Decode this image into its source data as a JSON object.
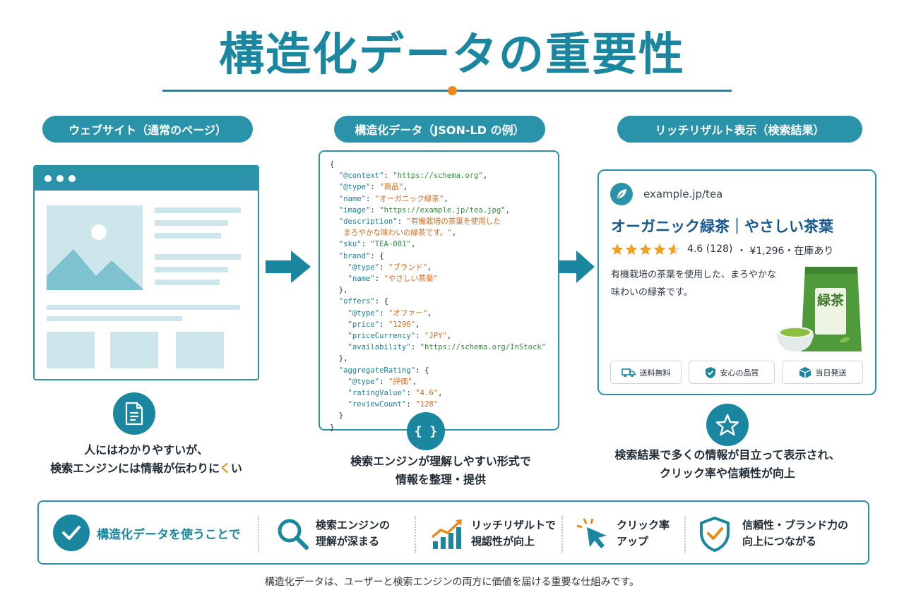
{
  "title": "構造化データの重要性",
  "sections": {
    "website": {
      "label": "ウェブサイト（通常のページ）",
      "caption_line1": "人にはわかりやすいが、",
      "caption_line2_main": "検索エンジンには情報が伝わりに",
      "caption_line2_accent": "く",
      "caption_line2_end": "い"
    },
    "structured": {
      "label": "構造化データ（JSON-LD の例）",
      "caption_line1": "検索エンジンが理解しやすい形式で",
      "caption_line2": "情報を整理・提供",
      "icon_label": "{ }"
    },
    "rich": {
      "label": "リッチリザルト表示（検索結果）",
      "caption_line1": "検索結果で多くの情報が目立って表示され、",
      "caption_line2": "クリック率や信頼性が向上"
    }
  },
  "json_ld": {
    "open": "{",
    "close": "}",
    "lines": [
      {
        "k": "\"@context\"",
        "v": "\"https://schema.org\"",
        "vt": "s",
        "indent": 1,
        "tail": ","
      },
      {
        "k": "\"@type\"",
        "v": "\"商品\"",
        "vt": "j",
        "indent": 1,
        "tail": ","
      },
      {
        "k": "\"name\"",
        "v": "\"オーガニック緑茶\"",
        "vt": "j",
        "indent": 1,
        "tail": ","
      },
      {
        "k": "\"image\"",
        "v": "\"https://example.jp/tea.jpg\"",
        "vt": "s",
        "indent": 1,
        "tail": ","
      },
      {
        "k": "\"description\"",
        "v": "\"有機栽培の茶葉を使用した",
        "vt": "j",
        "indent": 1,
        "tail": ""
      },
      {
        "k": "",
        "v": "まろやかな味わいの緑茶です。\"",
        "vt": "j",
        "indent": 1.5,
        "tail": ","
      },
      {
        "k": "\"sku\"",
        "v": "\"TEA-001\"",
        "vt": "s",
        "indent": 1,
        "tail": ","
      },
      {
        "k": "\"brand\"",
        "v": "{",
        "vt": "p",
        "indent": 1,
        "tail": ""
      },
      {
        "k": "\"@type\"",
        "v": "\"ブランド\"",
        "vt": "j",
        "indent": 2,
        "tail": ","
      },
      {
        "k": "\"name\"",
        "v": "\"やさしい茶葉\"",
        "vt": "j",
        "indent": 2,
        "tail": ""
      },
      {
        "k": "",
        "v": "},",
        "vt": "p",
        "indent": 1,
        "tail": ""
      },
      {
        "k": "\"offers\"",
        "v": "{",
        "vt": "p",
        "indent": 1,
        "tail": ""
      },
      {
        "k": "\"@type\"",
        "v": "\"オファー\"",
        "vt": "j",
        "indent": 2,
        "tail": ","
      },
      {
        "k": "\"price\"",
        "v": "\"1296\"",
        "vt": "j",
        "indent": 2,
        "tail": ","
      },
      {
        "k": "\"priceCurrency\"",
        "v": "\"JPY\"",
        "vt": "j",
        "indent": 2,
        "tail": ","
      },
      {
        "k": "\"availability\"",
        "v": "\"https://schema.org/InStock\"",
        "vt": "s",
        "indent": 2,
        "tail": ""
      },
      {
        "k": "",
        "v": "},",
        "vt": "p",
        "indent": 1,
        "tail": ""
      },
      {
        "k": "\"aggregateRating\"",
        "v": "{",
        "vt": "p",
        "indent": 1,
        "tail": ""
      },
      {
        "k": "\"@type\"",
        "v": "\"評価\"",
        "vt": "j",
        "indent": 2,
        "tail": ","
      },
      {
        "k": "\"ratingValue\"",
        "v": "\"4.6\"",
        "vt": "j",
        "indent": 2,
        "tail": ","
      },
      {
        "k": "\"reviewCount\"",
        "v": "\"128\"",
        "vt": "j",
        "indent": 2,
        "tail": ""
      },
      {
        "k": "",
        "v": "}",
        "vt": "p",
        "indent": 1,
        "tail": ""
      }
    ]
  },
  "result": {
    "url": "example.jp/tea",
    "title": "オーガニック緑茶｜やさしい茶葉",
    "rating": 4.6,
    "rating_max": 5,
    "rating_text": "4.6 (128)",
    "meta_text": "・ ¥1,296・在庫あり",
    "desc_line1": "有機栽培の茶葉を使用した、まろやかな",
    "desc_line2": "味わいの緑茶です。",
    "package_label": "緑茶",
    "features": [
      "送料無料",
      "安心の品質",
      "当日発送"
    ]
  },
  "benefits": {
    "lead": "構造化データを使うことで",
    "items": [
      {
        "line1": "検索エンジンの",
        "line2": "理解が深まる",
        "icon": "search-icon"
      },
      {
        "line1": "リッチリザルトで",
        "line2": "視認性が向上",
        "icon": "rising-chart-icon"
      },
      {
        "line1": "クリック率",
        "line2": "アップ",
        "icon": "cursor-click-icon"
      },
      {
        "line1": "信頼性・ブランド力の",
        "line2": "向上につながる",
        "icon": "shield-check-icon"
      }
    ]
  },
  "footer": "構造化データは、ユーザーと検索エンジンの両方に価値を届ける重要な仕組みです。",
  "colors": {
    "primary": "#1a86a0",
    "accent": "#e98a1f",
    "pill": "#2a93aa",
    "star": "#f0a21c"
  }
}
